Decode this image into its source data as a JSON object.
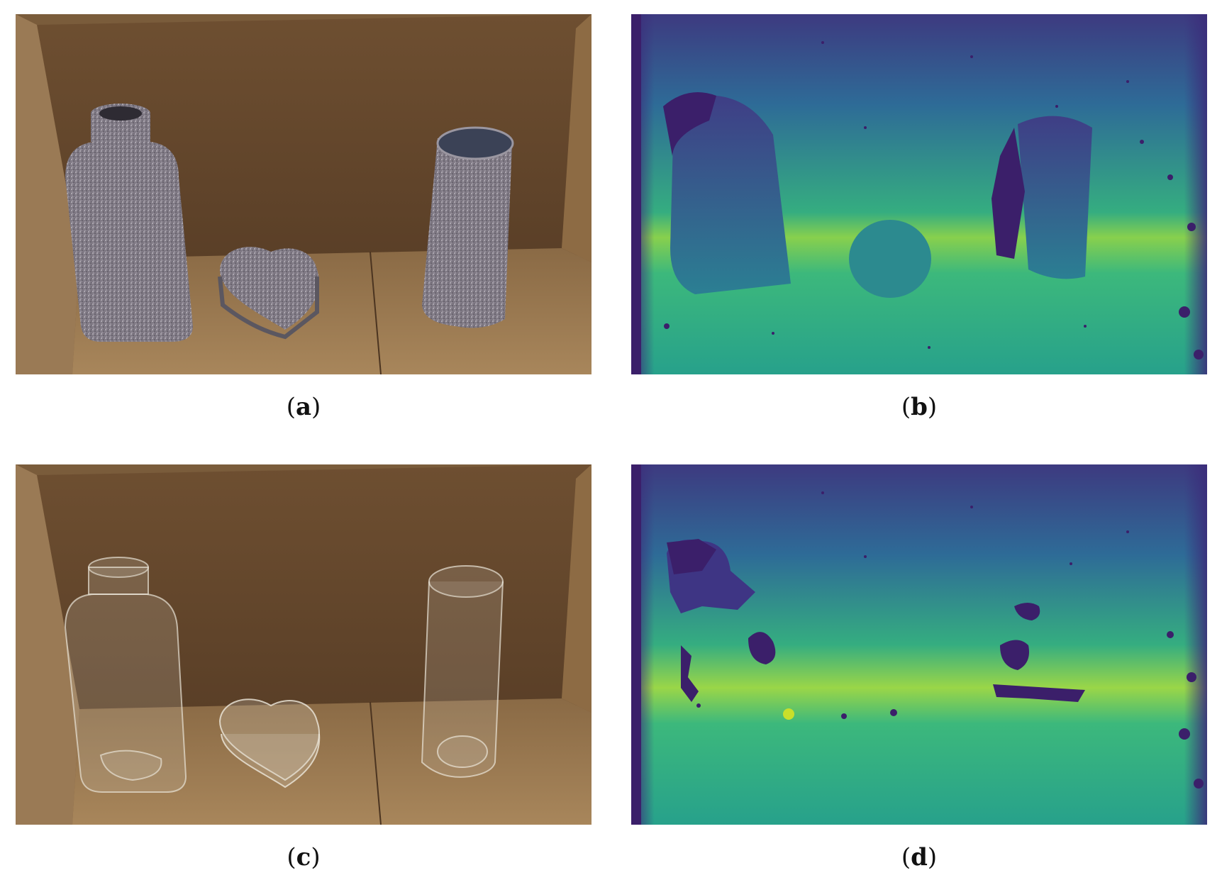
{
  "figure": {
    "panels": [
      {
        "id": "a",
        "kind": "rgb-photo",
        "subject": "opaque"
      },
      {
        "id": "b",
        "kind": "depth-map",
        "subject": "opaque"
      },
      {
        "id": "c",
        "kind": "rgb-photo",
        "subject": "transparent"
      },
      {
        "id": "d",
        "kind": "depth-map",
        "subject": "transparent"
      }
    ],
    "captions": {
      "a": {
        "open": "(",
        "letter": "a",
        "close": ")"
      },
      "b": {
        "open": "(",
        "letter": "b",
        "close": ")"
      },
      "c": {
        "open": "(",
        "letter": "c",
        "close": ")"
      },
      "d": {
        "open": "(",
        "letter": "d",
        "close": ")"
      }
    }
  },
  "colors": {
    "cardboard": "#7a5a38",
    "cardboard_dark": "#5e4329",
    "cardboard_floor": "#9b7a52",
    "speckle_gray": "#8a8590",
    "viridis_dark": "#3b2c7a",
    "viridis_blue": "#2f6e9a",
    "viridis_teal": "#26a38a",
    "viridis_green": "#5ec962",
    "viridis_yellow": "#b8de2c"
  }
}
